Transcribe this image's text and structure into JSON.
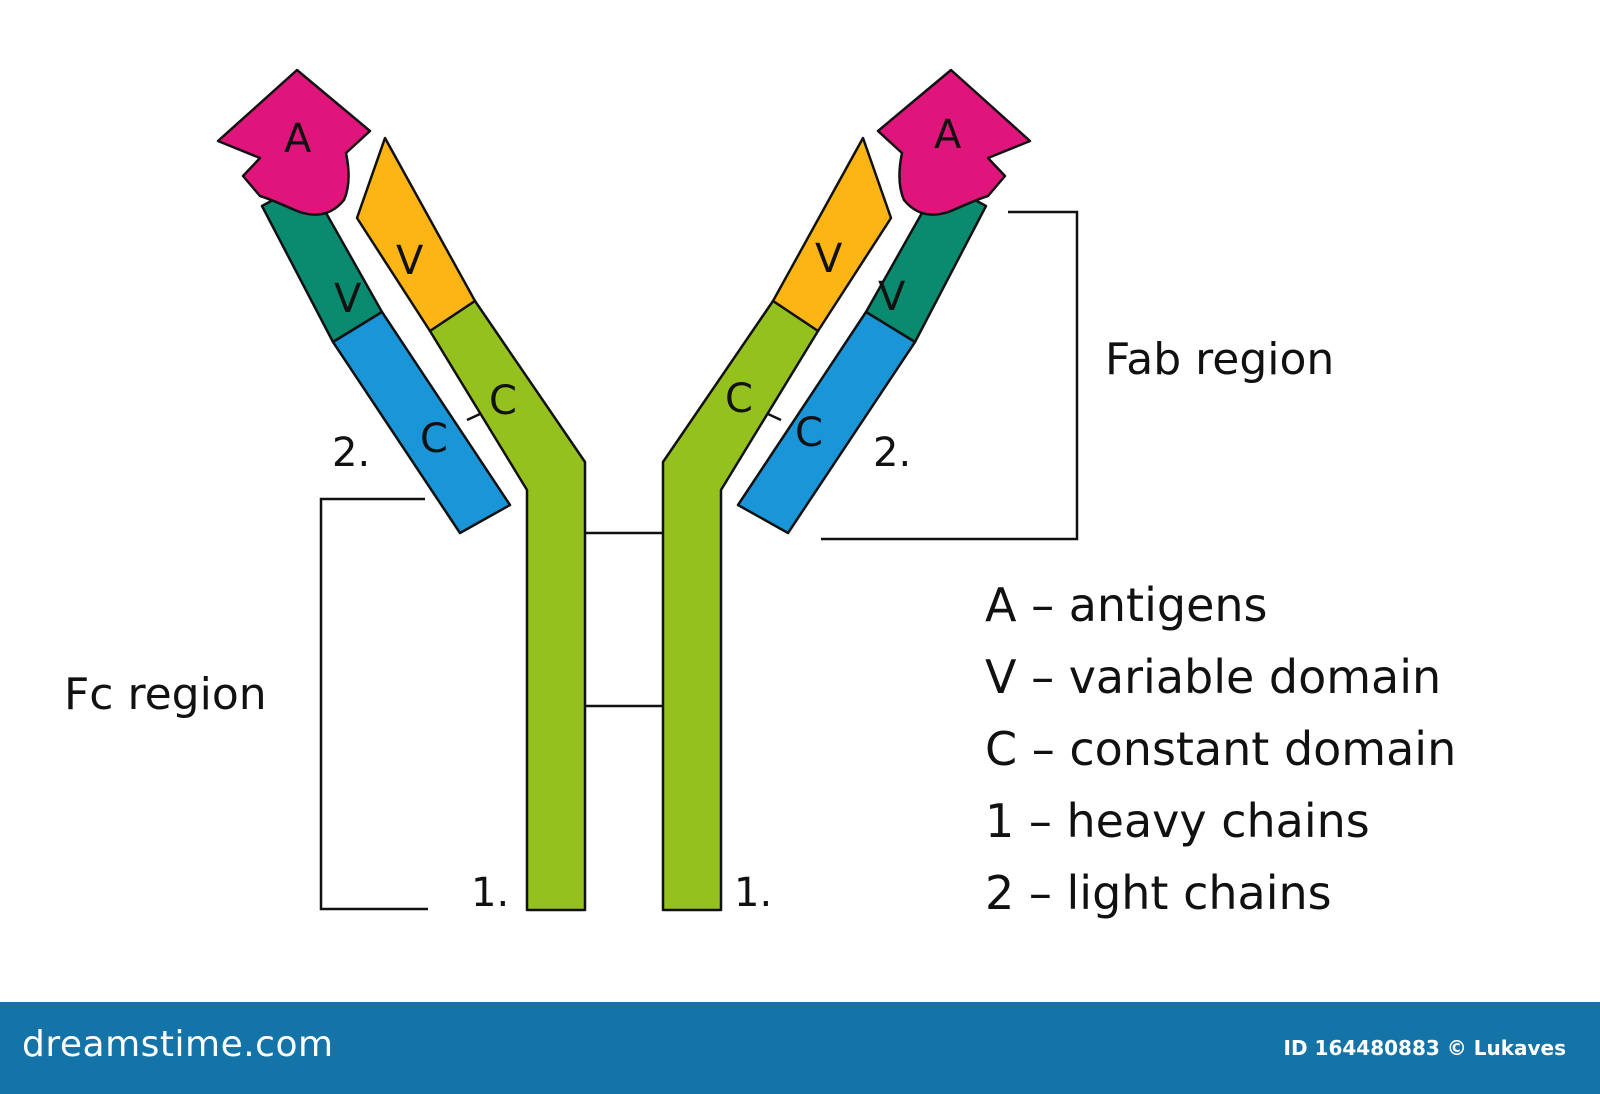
{
  "colors": {
    "antigen": "#e0157c",
    "heavy_variable": "#fdb515",
    "heavy_constant": "#95c11f",
    "light_variable": "#0a8a6e",
    "light_constant": "#1a95d8",
    "footer": "#1474a8"
  },
  "antibody": {
    "left": {
      "antigen_label": "A",
      "heavy_variable_label": "V",
      "heavy_constant_label": "C",
      "light_variable_label": "V",
      "light_constant_label": "C",
      "light_chain_number": "2.",
      "heavy_chain_number": "1."
    },
    "right": {
      "antigen_label": "A",
      "heavy_variable_label": "V",
      "heavy_constant_label": "C",
      "light_variable_label": "V",
      "light_constant_label": "C",
      "light_chain_number": "2.",
      "heavy_chain_number": "1."
    }
  },
  "regions": {
    "fab": "Fab region",
    "fc": "Fc region"
  },
  "legend": [
    "A – antigens",
    "V – variable domain",
    "C – constant domain",
    "1 – heavy chains",
    "2 – light chains"
  ],
  "footer": {
    "brand": "dreamstime.com",
    "credit": "ID 164480883 © Lukaves"
  }
}
